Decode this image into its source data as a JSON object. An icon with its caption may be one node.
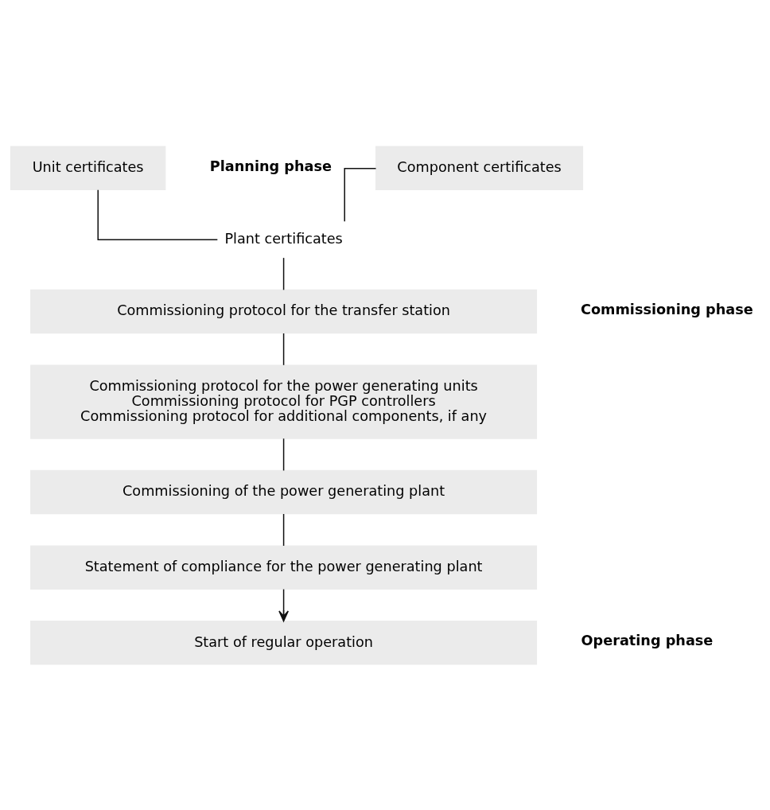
{
  "diagram": {
    "nodes": [
      {
        "text": [
          "Unit certificates"
        ]
      },
      {
        "text": [
          "Component certificates"
        ]
      },
      {
        "text": [
          "Plant certificates"
        ]
      },
      {
        "text": [
          "Commissioning protocol for the transfer station"
        ]
      },
      {
        "text": [
          "Commissioning protocol for the power generating units",
          "Commissioning protocol for PGP controllers",
          "Commissioning protocol for additional components, if any"
        ]
      },
      {
        "text": [
          "Commissioning of the power generating plant"
        ]
      },
      {
        "text": [
          "Statement of compliance for the power generating plant"
        ]
      },
      {
        "text": [
          "Start of regular operation"
        ]
      }
    ],
    "edges": [
      {
        "from": 0,
        "to": 2,
        "arrow": "none"
      },
      {
        "from": 1,
        "to": 2,
        "arrow": "none"
      },
      {
        "from": 2,
        "to": 3,
        "arrow": "none"
      },
      {
        "from": 3,
        "to": 4,
        "arrow": "none"
      },
      {
        "from": 4,
        "to": 5,
        "arrow": "none"
      },
      {
        "from": 5,
        "to": 6,
        "arrow": "none"
      },
      {
        "from": 6,
        "to": 7,
        "arrow": "to"
      }
    ],
    "labels": [
      "Planning phase",
      "Commissioning phase",
      "Operating phase"
    ]
  }
}
